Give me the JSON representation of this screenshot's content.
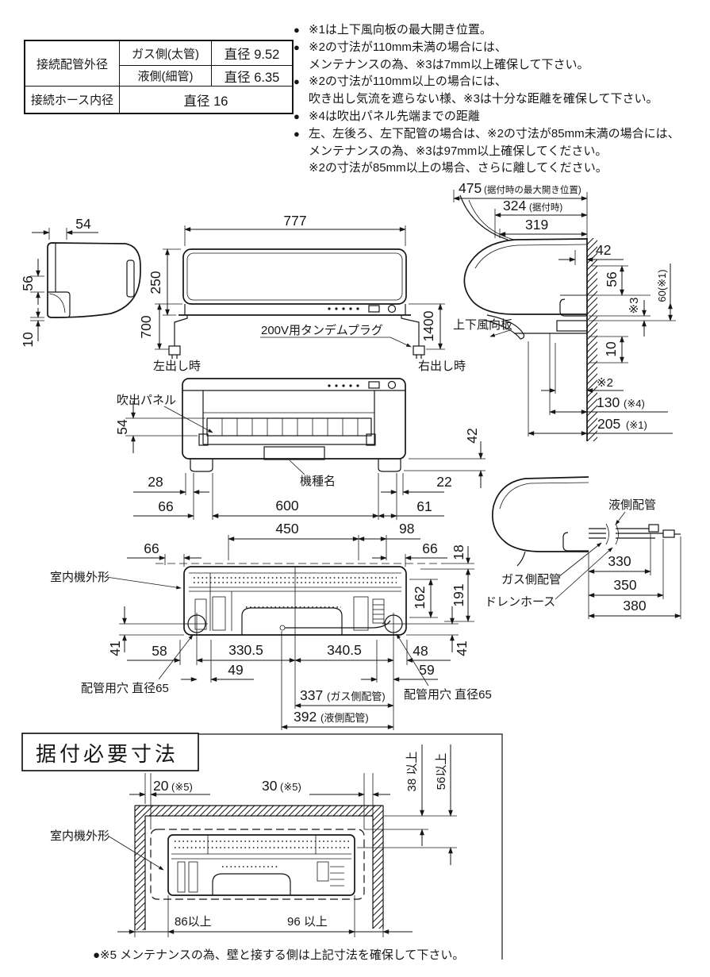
{
  "colors": {
    "line": "#161616",
    "bg": "#ffffff"
  },
  "spec_table": {
    "pipe_label": "接続配管外径",
    "gas": "ガス側(太管)",
    "gas_dia": "直径 9.52",
    "liquid": "液側(細管)",
    "liquid_dia": "直径 6.35",
    "hose_label": "接続ホース内径",
    "hose_dia": "直径 16"
  },
  "notes": {
    "items": [
      {
        "b": "●",
        "t": "※1は上下風向板の最大開き位置。"
      },
      {
        "b": "●",
        "t": "※2の寸法が110mm未満の場合には、"
      },
      {
        "b": "",
        "t": "メンテナンスの為、※3は7mm以上確保して下さい。"
      },
      {
        "b": "●",
        "t": "※2の寸法が110mm以上の場合には、"
      },
      {
        "b": "",
        "t": "吹き出し気流を遮らない様、※3は十分な距離を確保して下さい。"
      },
      {
        "b": "●",
        "t": "※4は吹出パネル先端までの距離"
      },
      {
        "b": "●",
        "t": "左、左後ろ、左下配管の場合は、※2の寸法が85mm未満の場合には、"
      },
      {
        "b": "",
        "t": "メンテナンスの為、※3は97mm以上確保してください。"
      },
      {
        "b": "",
        "t": "※2の寸法が85mm以上の場合、さらに離してください。"
      }
    ]
  },
  "side_left": {
    "d54": "54",
    "d56": "56",
    "d10": "10"
  },
  "front_top": {
    "d777": "777",
    "d250": "250",
    "d700": "700",
    "d1400": "1400",
    "plug_label": "200V用タンデムプラグ",
    "left_out": "左出し時",
    "right_out": "右出し時"
  },
  "side_right": {
    "d475": "475",
    "d475n": "(据付時の最大開き位置)",
    "d324": "324",
    "d324n": "(据付時)",
    "d319": "319",
    "d42": "42",
    "d56": "56",
    "s3": "※3",
    "d60": "60(※1)",
    "vane": "上下風向板",
    "d10": "10",
    "s2": "※2",
    "d130": "130",
    "d130n": "(※4)",
    "d205": "205",
    "d205n": "(※1)"
  },
  "front_mid": {
    "panel": "吹出パネル",
    "d54": "54",
    "d42": "42",
    "d28": "28",
    "d22": "22",
    "d66": "66",
    "d600": "600",
    "d61": "61",
    "model": "機種名"
  },
  "plan": {
    "d450": "450",
    "d98": "98",
    "d66l": "66",
    "d66r": "66",
    "d18": "18",
    "d162": "162",
    "d191": "191",
    "outline": "室内機外形",
    "d41l": "41",
    "d41r": "41",
    "d58": "58",
    "d330": "330.5",
    "d340": "340.5",
    "d48": "48",
    "d49": "49",
    "d59": "59",
    "hole_l": "配管用穴 直径65",
    "hole_r": "配管用穴 直径65",
    "d337": "337",
    "d337n": "(ガス側配管)",
    "d392": "392",
    "d392n": "(液側配管)"
  },
  "pipes": {
    "liquid": "液側配管",
    "gas": "ガス側配管",
    "drain": "ドレンホース",
    "d330": "330",
    "d350": "350",
    "d380": "380"
  },
  "install": {
    "title": "据付必要寸法",
    "d20": "20",
    "d20n": "(※5)",
    "d30": "30",
    "d30n": "(※5)",
    "d38": "38 以上",
    "d56": "56以上",
    "outline": "室内機外形",
    "d86": "86以上",
    "d96": "96 以上",
    "note": "●※5 メンテナンスの為、壁と接する側は上記寸法を確保して下さい。"
  }
}
